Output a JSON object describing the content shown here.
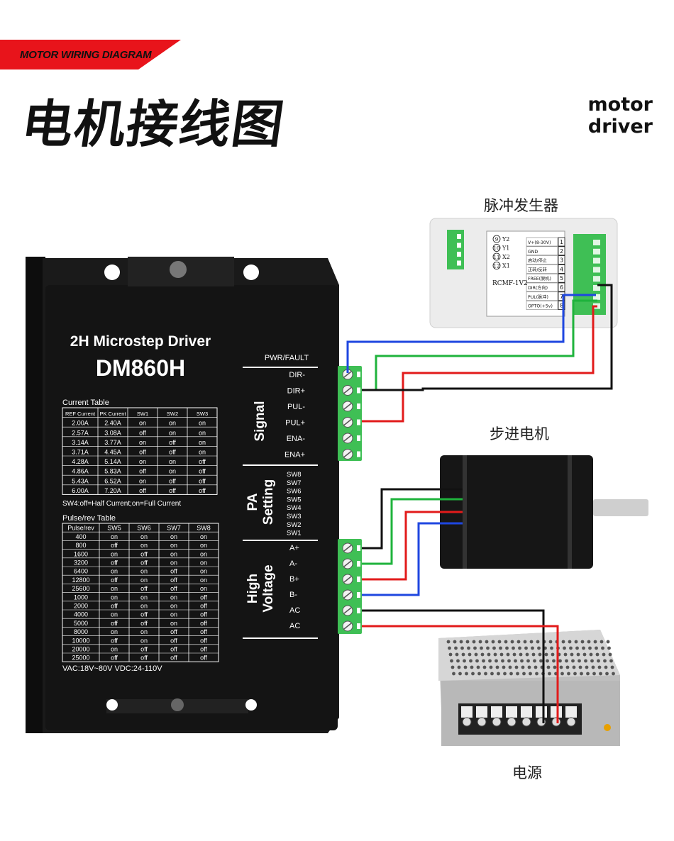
{
  "header": {
    "tag": "MOTOR WIRING DIAGRAM",
    "title": "电机接线图",
    "subtitle_line1": "motor",
    "subtitle_line2": "driver"
  },
  "captions": {
    "pulse_generator": "脉冲发生器",
    "stepper_motor": "步进电机",
    "power_supply": "电源"
  },
  "driver": {
    "heading": "2H Microstep Driver",
    "model": "DM860H",
    "status": "PWR/FAULT",
    "signal_group": "Signal",
    "signal_pins": [
      "DIR-",
      "DIR+",
      "PUL-",
      "PUL+",
      "ENA-",
      "ENA+"
    ],
    "pa_group_line1": "PA",
    "pa_group_line2": "Setting",
    "pa_switches": [
      "SW8",
      "SW7",
      "SW6",
      "SW5",
      "SW4",
      "SW3",
      "SW2",
      "SW1"
    ],
    "hv_group_line1": "High",
    "hv_group_line2": "Voltage",
    "hv_pins": [
      "A+",
      "A-",
      "B+",
      "B-",
      "AC",
      "AC"
    ],
    "current_table": {
      "title": "Current Table",
      "headers": [
        "REF Current",
        "PK Current",
        "SW1",
        "SW2",
        "SW3"
      ],
      "rows": [
        [
          "2.00A",
          "2.40A",
          "on",
          "on",
          "on"
        ],
        [
          "2.57A",
          "3.08A",
          "off",
          "on",
          "on"
        ],
        [
          "3.14A",
          "3.77A",
          "on",
          "off",
          "on"
        ],
        [
          "3.71A",
          "4.45A",
          "off",
          "off",
          "on"
        ],
        [
          "4.28A",
          "5.14A",
          "on",
          "on",
          "off"
        ],
        [
          "4.86A",
          "5.83A",
          "off",
          "on",
          "off"
        ],
        [
          "5.43A",
          "6.52A",
          "on",
          "off",
          "off"
        ],
        [
          "6.00A",
          "7.20A",
          "off",
          "off",
          "off"
        ]
      ],
      "note": "SW4:off=Half Current;on=Full Current"
    },
    "pulse_table": {
      "title": "Pulse/rev Table",
      "headers": [
        "Pulse/rev",
        "SW5",
        "SW6",
        "SW7",
        "SW8"
      ],
      "rows": [
        [
          "400",
          "on",
          "on",
          "on",
          "on"
        ],
        [
          "800",
          "off",
          "on",
          "on",
          "on"
        ],
        [
          "1600",
          "on",
          "off",
          "on",
          "on"
        ],
        [
          "3200",
          "off",
          "off",
          "on",
          "on"
        ],
        [
          "6400",
          "on",
          "on",
          "off",
          "on"
        ],
        [
          "12800",
          "off",
          "on",
          "off",
          "on"
        ],
        [
          "25600",
          "on",
          "off",
          "off",
          "on"
        ],
        [
          "1000",
          "on",
          "on",
          "on",
          "off"
        ],
        [
          "2000",
          "off",
          "on",
          "on",
          "off"
        ],
        [
          "4000",
          "on",
          "off",
          "on",
          "off"
        ],
        [
          "5000",
          "off",
          "off",
          "on",
          "off"
        ],
        [
          "8000",
          "on",
          "on",
          "off",
          "off"
        ],
        [
          "10000",
          "off",
          "on",
          "off",
          "off"
        ],
        [
          "20000",
          "on",
          "off",
          "off",
          "off"
        ],
        [
          "25000",
          "off",
          "off",
          "off",
          "off"
        ]
      ]
    },
    "power_spec": "VAC:18V~80V  VDC:24-110V"
  },
  "pulse_generator": {
    "model": "RCMF-1V2",
    "left_labels": [
      [
        "9",
        "Y2"
      ],
      [
        "10",
        "Y1"
      ],
      [
        "11",
        "X2"
      ],
      [
        "12",
        "X1"
      ]
    ],
    "right_labels": [
      [
        "V+(8-30V)",
        "1"
      ],
      [
        "GND",
        "2"
      ],
      [
        "启动/停止",
        "3"
      ],
      [
        "正转/反转",
        "4"
      ],
      [
        "FREE(脱机)",
        "5"
      ],
      [
        "DIR(方向)",
        "6"
      ],
      [
        "PUL(脉冲)",
        "7"
      ],
      [
        "OPTO(+5v)",
        "8"
      ]
    ]
  },
  "colors": {
    "accent": "#e8141b",
    "wire_red": "#e21b1b",
    "wire_blue": "#1f47e0",
    "wire_green": "#1fb33c",
    "wire_black": "#111111",
    "terminal_green": "#3fbf55",
    "driver_body": "#141414"
  }
}
